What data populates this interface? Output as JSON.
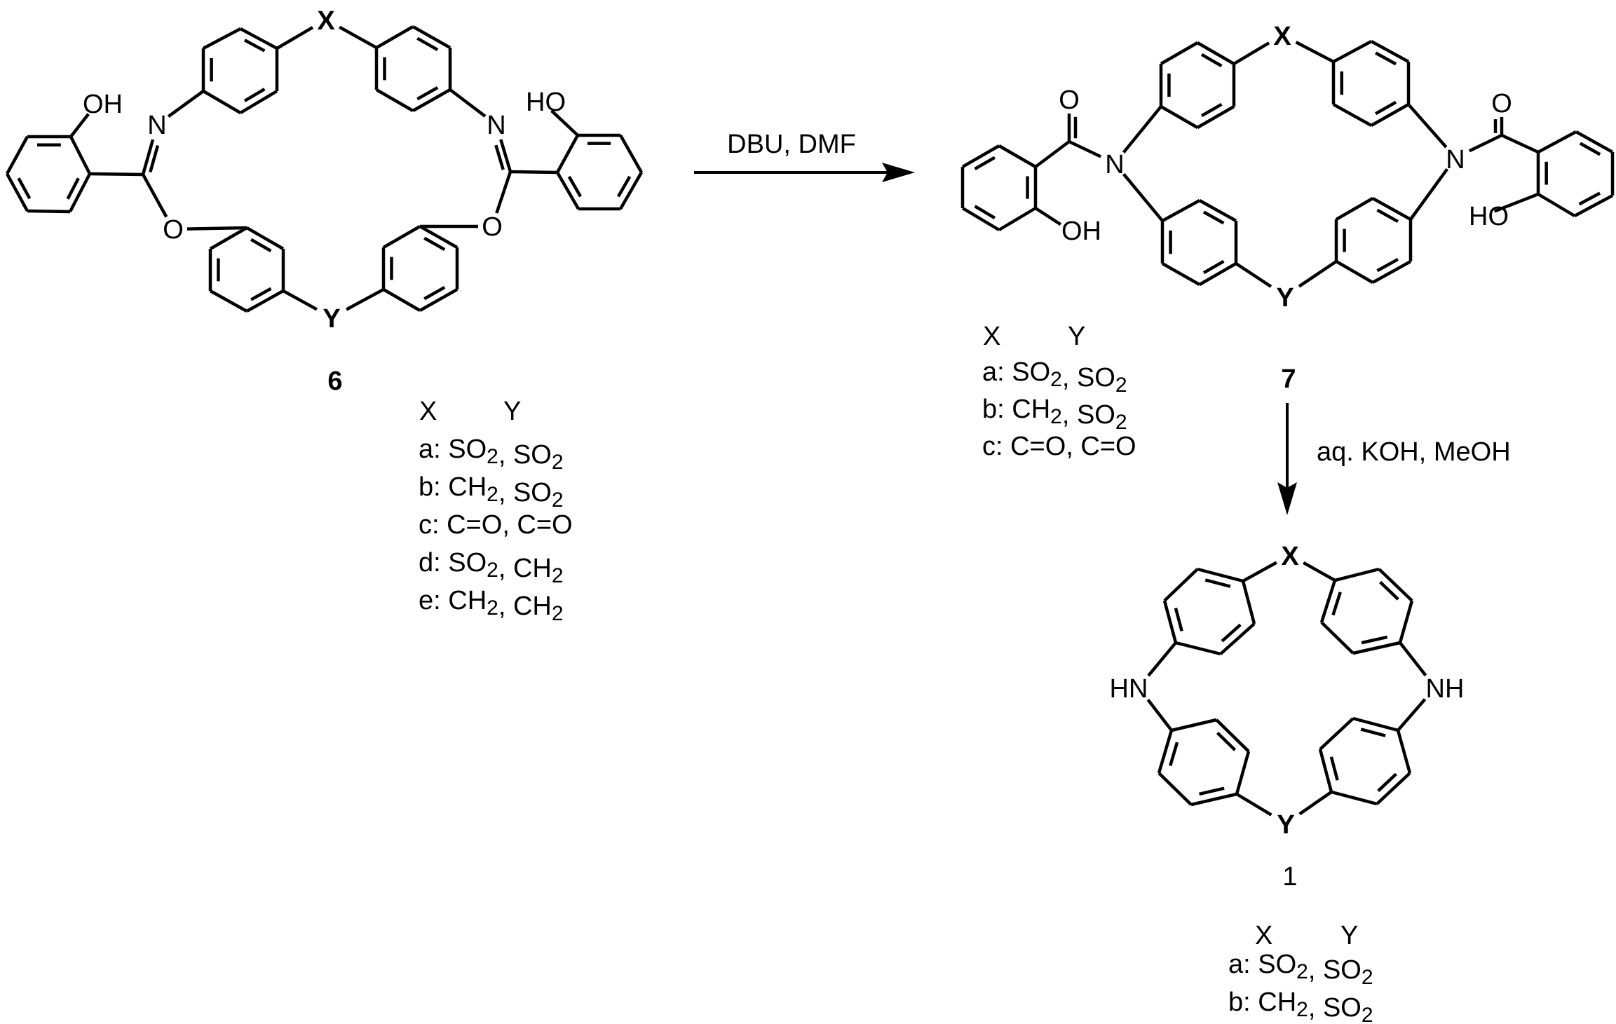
{
  "scheme": {
    "title": "Synthesis of macrocycles 1 via rearrangement of 6 to 7 and hydrolysis",
    "compounds": [
      {
        "id": "6",
        "label": "6",
        "atom_labels": {
          "x": "X",
          "y": "Y",
          "n_left": "N",
          "n_right": "N",
          "o_left": "O",
          "o_right": "O",
          "oh_left": "OH",
          "oh_right": "HO"
        },
        "table": {
          "header": {
            "x": "X",
            "y": "Y"
          },
          "rows": [
            {
              "key": "a:",
              "x": "SO",
              "x_sub": "2",
              "y": "SO",
              "y_sub": "2"
            },
            {
              "key": "b:",
              "x": "CH",
              "x_sub": "2",
              "y": "SO",
              "y_sub": "2"
            },
            {
              "key": "c:",
              "x": "C=O",
              "x_sub": "",
              "y": "C=O",
              "y_sub": ""
            },
            {
              "key": "d:",
              "x": "SO",
              "x_sub": "2",
              "y": "CH",
              "y_sub": "2"
            },
            {
              "key": "e:",
              "x": "CH",
              "x_sub": "2",
              "y": "CH",
              "y_sub": "2"
            }
          ]
        }
      },
      {
        "id": "7",
        "label": "7",
        "atom_labels": {
          "x": "X",
          "y": "Y",
          "n_left": "N",
          "n_right": "N",
          "o_left": "O",
          "o_right": "O",
          "oh_left": "OH",
          "oh_right": "HO"
        },
        "table": {
          "header": {
            "x": "X",
            "y": "Y"
          },
          "rows": [
            {
              "key": "a:",
              "x": "SO",
              "x_sub": "2",
              "y": "SO",
              "y_sub": "2"
            },
            {
              "key": "b:",
              "x": "CH",
              "x_sub": "2",
              "y": "SO",
              "y_sub": "2"
            },
            {
              "key": "c:",
              "x": "C=O",
              "x_sub": "",
              "y": "C=O",
              "y_sub": ""
            }
          ]
        }
      },
      {
        "id": "1",
        "label": "1",
        "atom_labels": {
          "x": "X",
          "y": "Y",
          "nh_left": "HN",
          "nh_right": "NH"
        },
        "table": {
          "header": {
            "x": "X",
            "y": "Y"
          },
          "rows": [
            {
              "key": "a:",
              "x": "SO",
              "x_sub": "2",
              "y": "SO",
              "y_sub": "2"
            },
            {
              "key": "b:",
              "x": "CH",
              "x_sub": "2",
              "y": "SO",
              "y_sub": "2"
            }
          ]
        }
      }
    ],
    "steps": [
      {
        "from": "6",
        "to": "7",
        "reagents": "DBU, DMF",
        "direction": "right"
      },
      {
        "from": "7",
        "to": "1",
        "reagents": "aq. KOH, MeOH",
        "direction": "down"
      }
    ]
  }
}
